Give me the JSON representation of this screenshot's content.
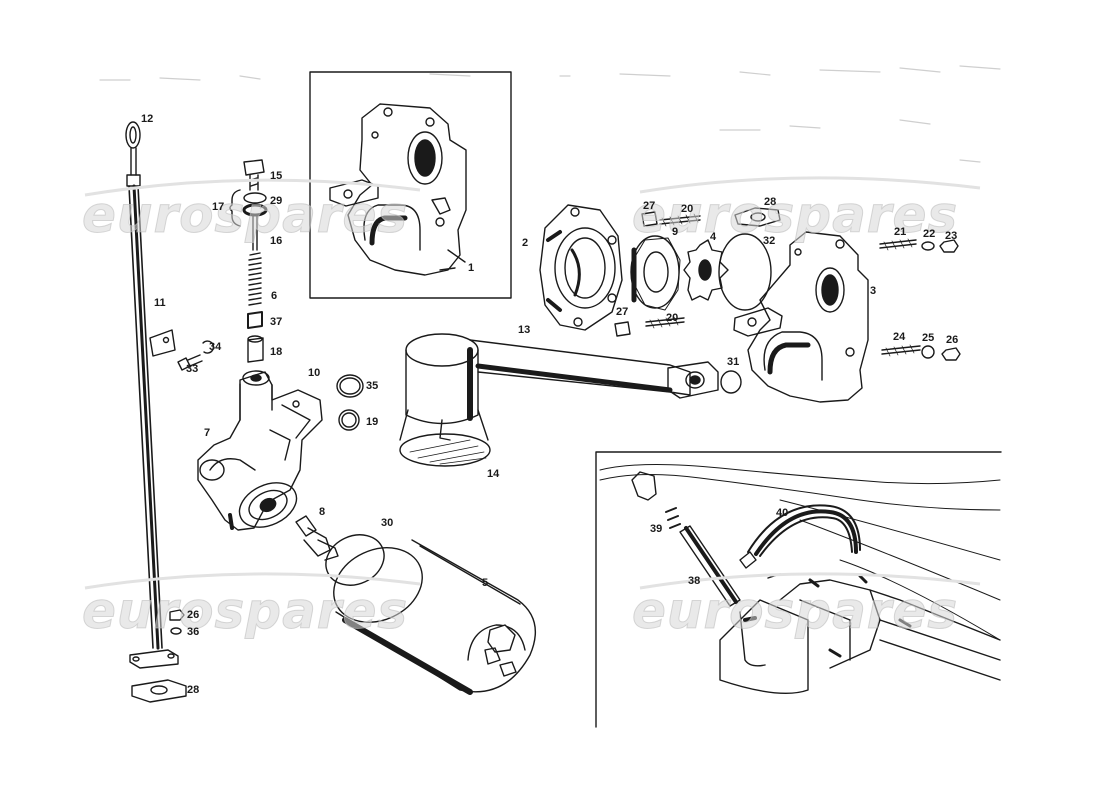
{
  "watermark": {
    "text": "eurospares"
  },
  "callouts": {
    "c1": "1",
    "c2": "2",
    "c3": "3",
    "c4": "4",
    "c5": "5",
    "c6": "6",
    "c7": "7",
    "c8": "8",
    "c9": "9",
    "c10": "10",
    "c11": "11",
    "c12": "12",
    "c13": "13",
    "c14": "14",
    "c15": "15",
    "c16": "16",
    "c17": "17",
    "c18": "18",
    "c19": "19",
    "c20a": "20",
    "c20b": "20",
    "c21": "21",
    "c22": "22",
    "c23": "23",
    "c24": "24",
    "c25": "25",
    "c26a": "26",
    "c26b": "26",
    "c27a": "27",
    "c27b": "27",
    "c28a": "28",
    "c28b": "28",
    "c29": "29",
    "c30": "30",
    "c31": "31",
    "c32": "32",
    "c33": "33",
    "c34": "34",
    "c35": "35",
    "c36": "36",
    "c37": "37",
    "c38": "38",
    "c39": "39",
    "c40": "40"
  },
  "colors": {
    "ink": "#1a1a1a",
    "paper": "#ffffff",
    "watermark": "#d7d7d7"
  }
}
